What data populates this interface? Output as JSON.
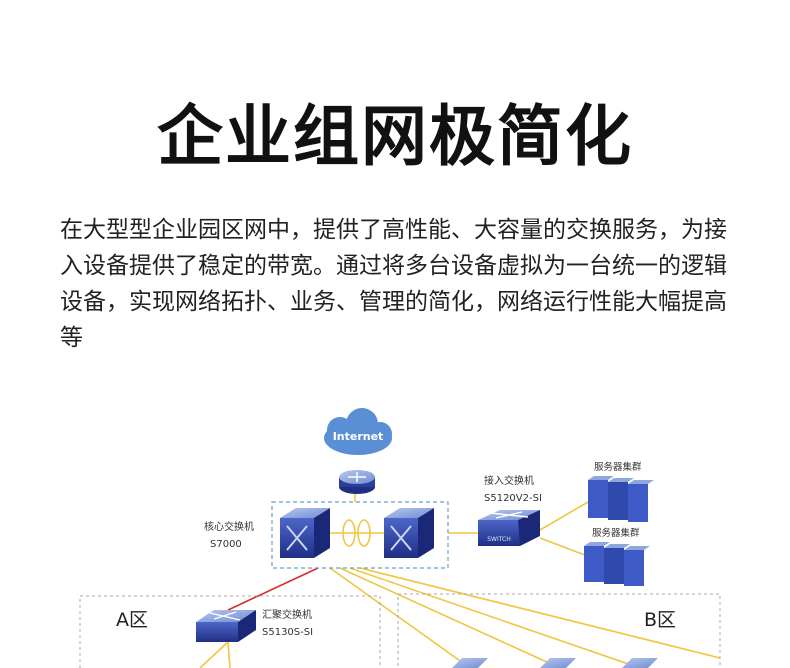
{
  "title": "企业组网极简化",
  "description": "在大型型企业园区网中，提供了高性能、大容量的交换服务，为接入设备提供了稳定的带宽。通过将多台设备虚拟为一台统一的逻辑设备，实现网络拓扑、业务、管理的简化，网络运行性能大幅提高等",
  "diagram": {
    "internet": "Internet",
    "core_switch": {
      "name": "核心交换机",
      "model": "S7000"
    },
    "access_switch": {
      "name": "接入交换机",
      "model": "S5120V2-SI",
      "badge": "SWITCH"
    },
    "server_cluster_1": "服务器集群",
    "server_cluster_2": "服务器集群",
    "aggregation_switch": {
      "name": "汇聚交换机",
      "model": "S5130S-SI"
    },
    "zone_a": "A区",
    "zone_b": "B区",
    "colors": {
      "device_blue": "#2b3f9a",
      "device_light": "#8ea8df",
      "server_blue": "#3d5ac6",
      "link_yellow": "#f0c640",
      "link_red": "#e0272b",
      "dashed_blue": "#6aa0c8",
      "cloud": "#5a8fd6"
    }
  }
}
